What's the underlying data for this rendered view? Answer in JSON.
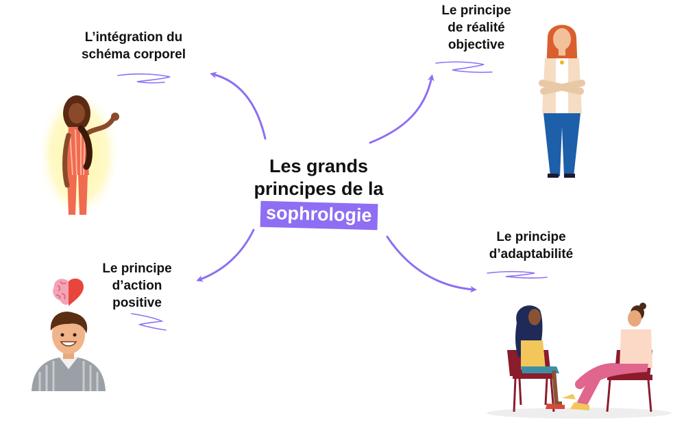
{
  "title": {
    "line1": "Les grands",
    "line2": "principes de la",
    "highlight": "sophrologie"
  },
  "branches": [
    {
      "id": "integration",
      "text": "L’intégration du\nschéma corporel"
    },
    {
      "id": "realite",
      "text": "Le principe\nde réalité\nobjective"
    },
    {
      "id": "action",
      "text": "Le principe\nd’action\npositive"
    },
    {
      "id": "adaptabilite",
      "text": "Le principe\nd’adaptabilité"
    }
  ],
  "colors": {
    "accent": "#8e6ef2",
    "text": "#111111"
  },
  "icons": [
    "woman-waving-illustration",
    "woman-arms-crossed-illustration",
    "brain-heart-icon",
    "smiling-man-illustration",
    "two-people-chairs-illustration",
    "arrow-icon",
    "squiggle-underline"
  ]
}
